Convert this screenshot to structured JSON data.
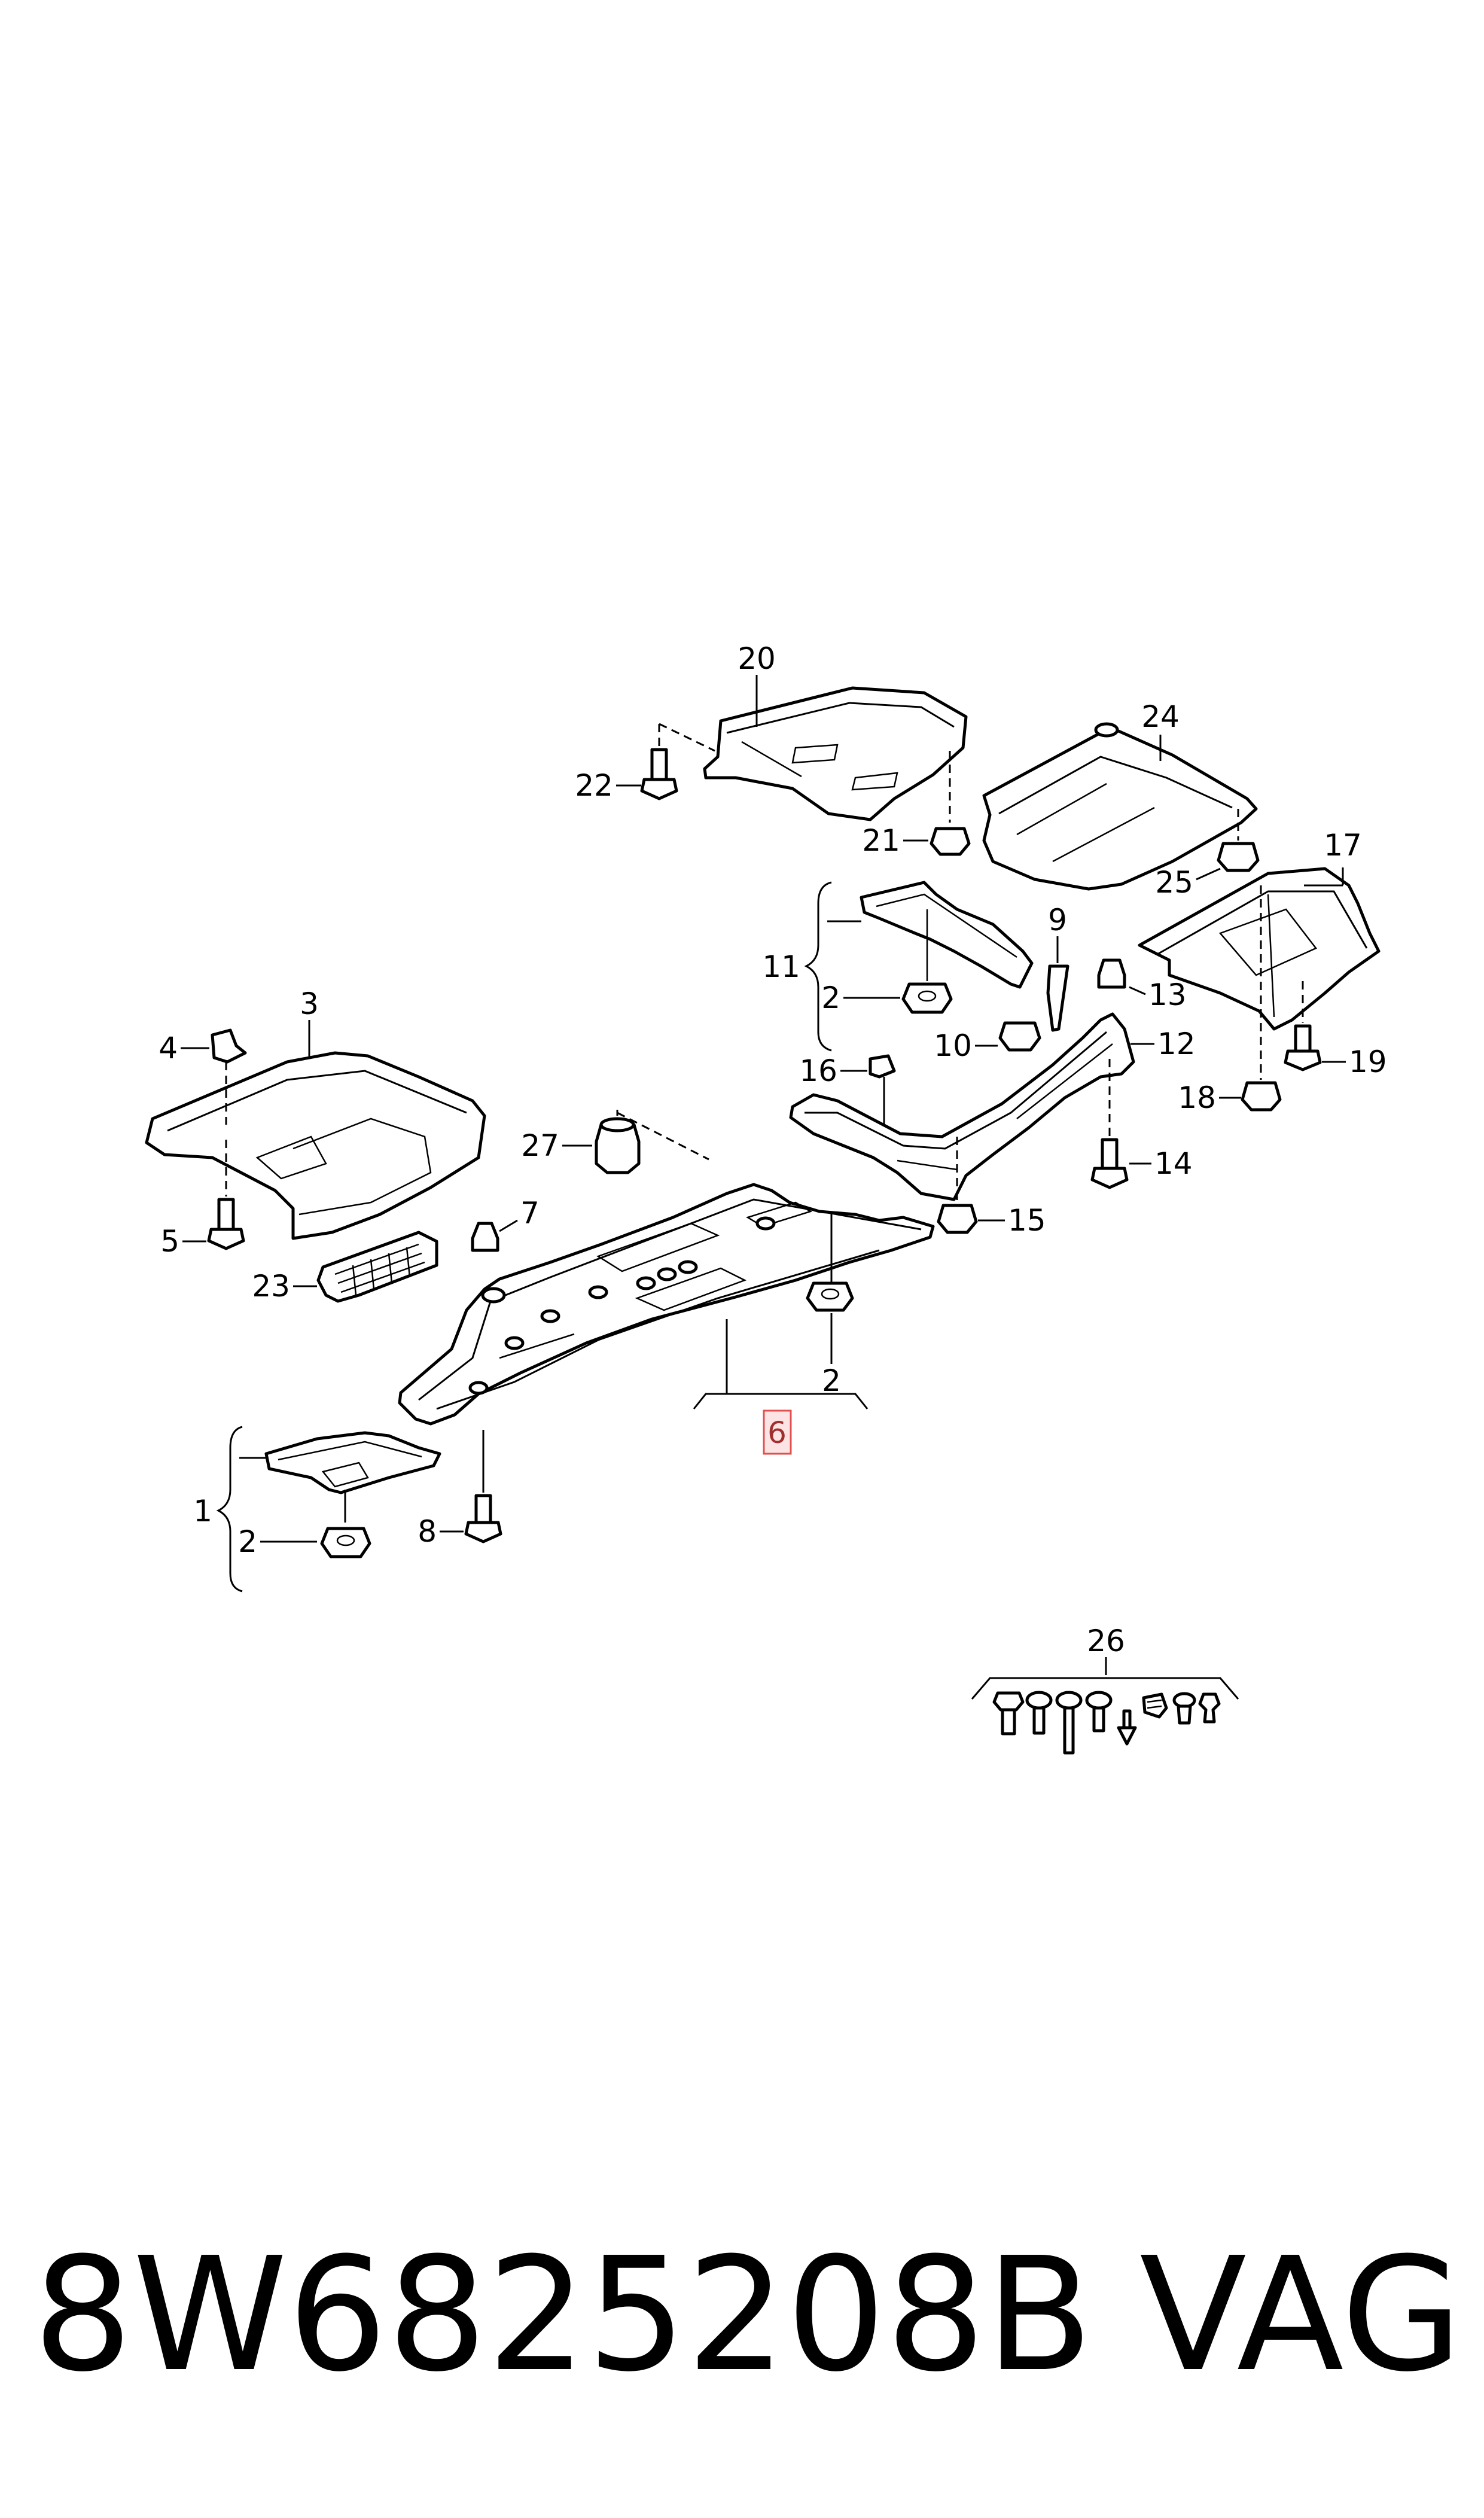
{
  "diagram": {
    "callouts": {
      "c1": "1",
      "c2a": "2",
      "c2b": "2",
      "c2c": "2",
      "c3": "3",
      "c4": "4",
      "c5": "5",
      "c6": "6",
      "c7": "7",
      "c8": "8",
      "c9": "9",
      "c10": "10",
      "c11": "11",
      "c12": "12",
      "c13": "13",
      "c14": "14",
      "c15": "15",
      "c16": "16",
      "c17": "17",
      "c18": "18",
      "c19": "19",
      "c20": "20",
      "c21": "21",
      "c22": "22",
      "c23": "23",
      "c24": "24",
      "c25": "25",
      "c26": "26",
      "c27": "27"
    },
    "highlighted_callout": "6",
    "highlight_color": "#fde4e4"
  },
  "footer": {
    "part_number": "8W6825208B",
    "brand": "VAG"
  }
}
